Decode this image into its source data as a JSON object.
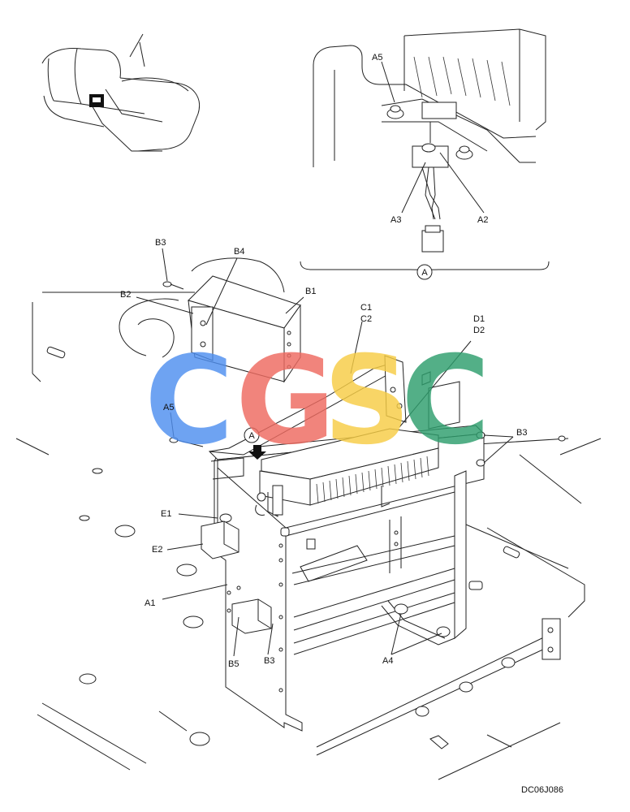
{
  "diagram": {
    "document_code": "DC06J086",
    "detail_marker": "A",
    "watermark": {
      "letters": [
        "C",
        "G",
        "S",
        "C"
      ],
      "colors": [
        "#4f8ff0",
        "#ee6a60",
        "#f7cd45",
        "#2e9e6d"
      ]
    },
    "labels": {
      "A1": "A1",
      "A2": "A2",
      "A3": "A3",
      "A4": "A4",
      "A5": "A5",
      "B1": "B1",
      "B2": "B2",
      "B3": "B3",
      "B4": "B4",
      "B5": "B5",
      "C1": "C1",
      "C2": "C2",
      "D1": "D1",
      "D2": "D2",
      "E1": "E1",
      "E2": "E2"
    }
  }
}
